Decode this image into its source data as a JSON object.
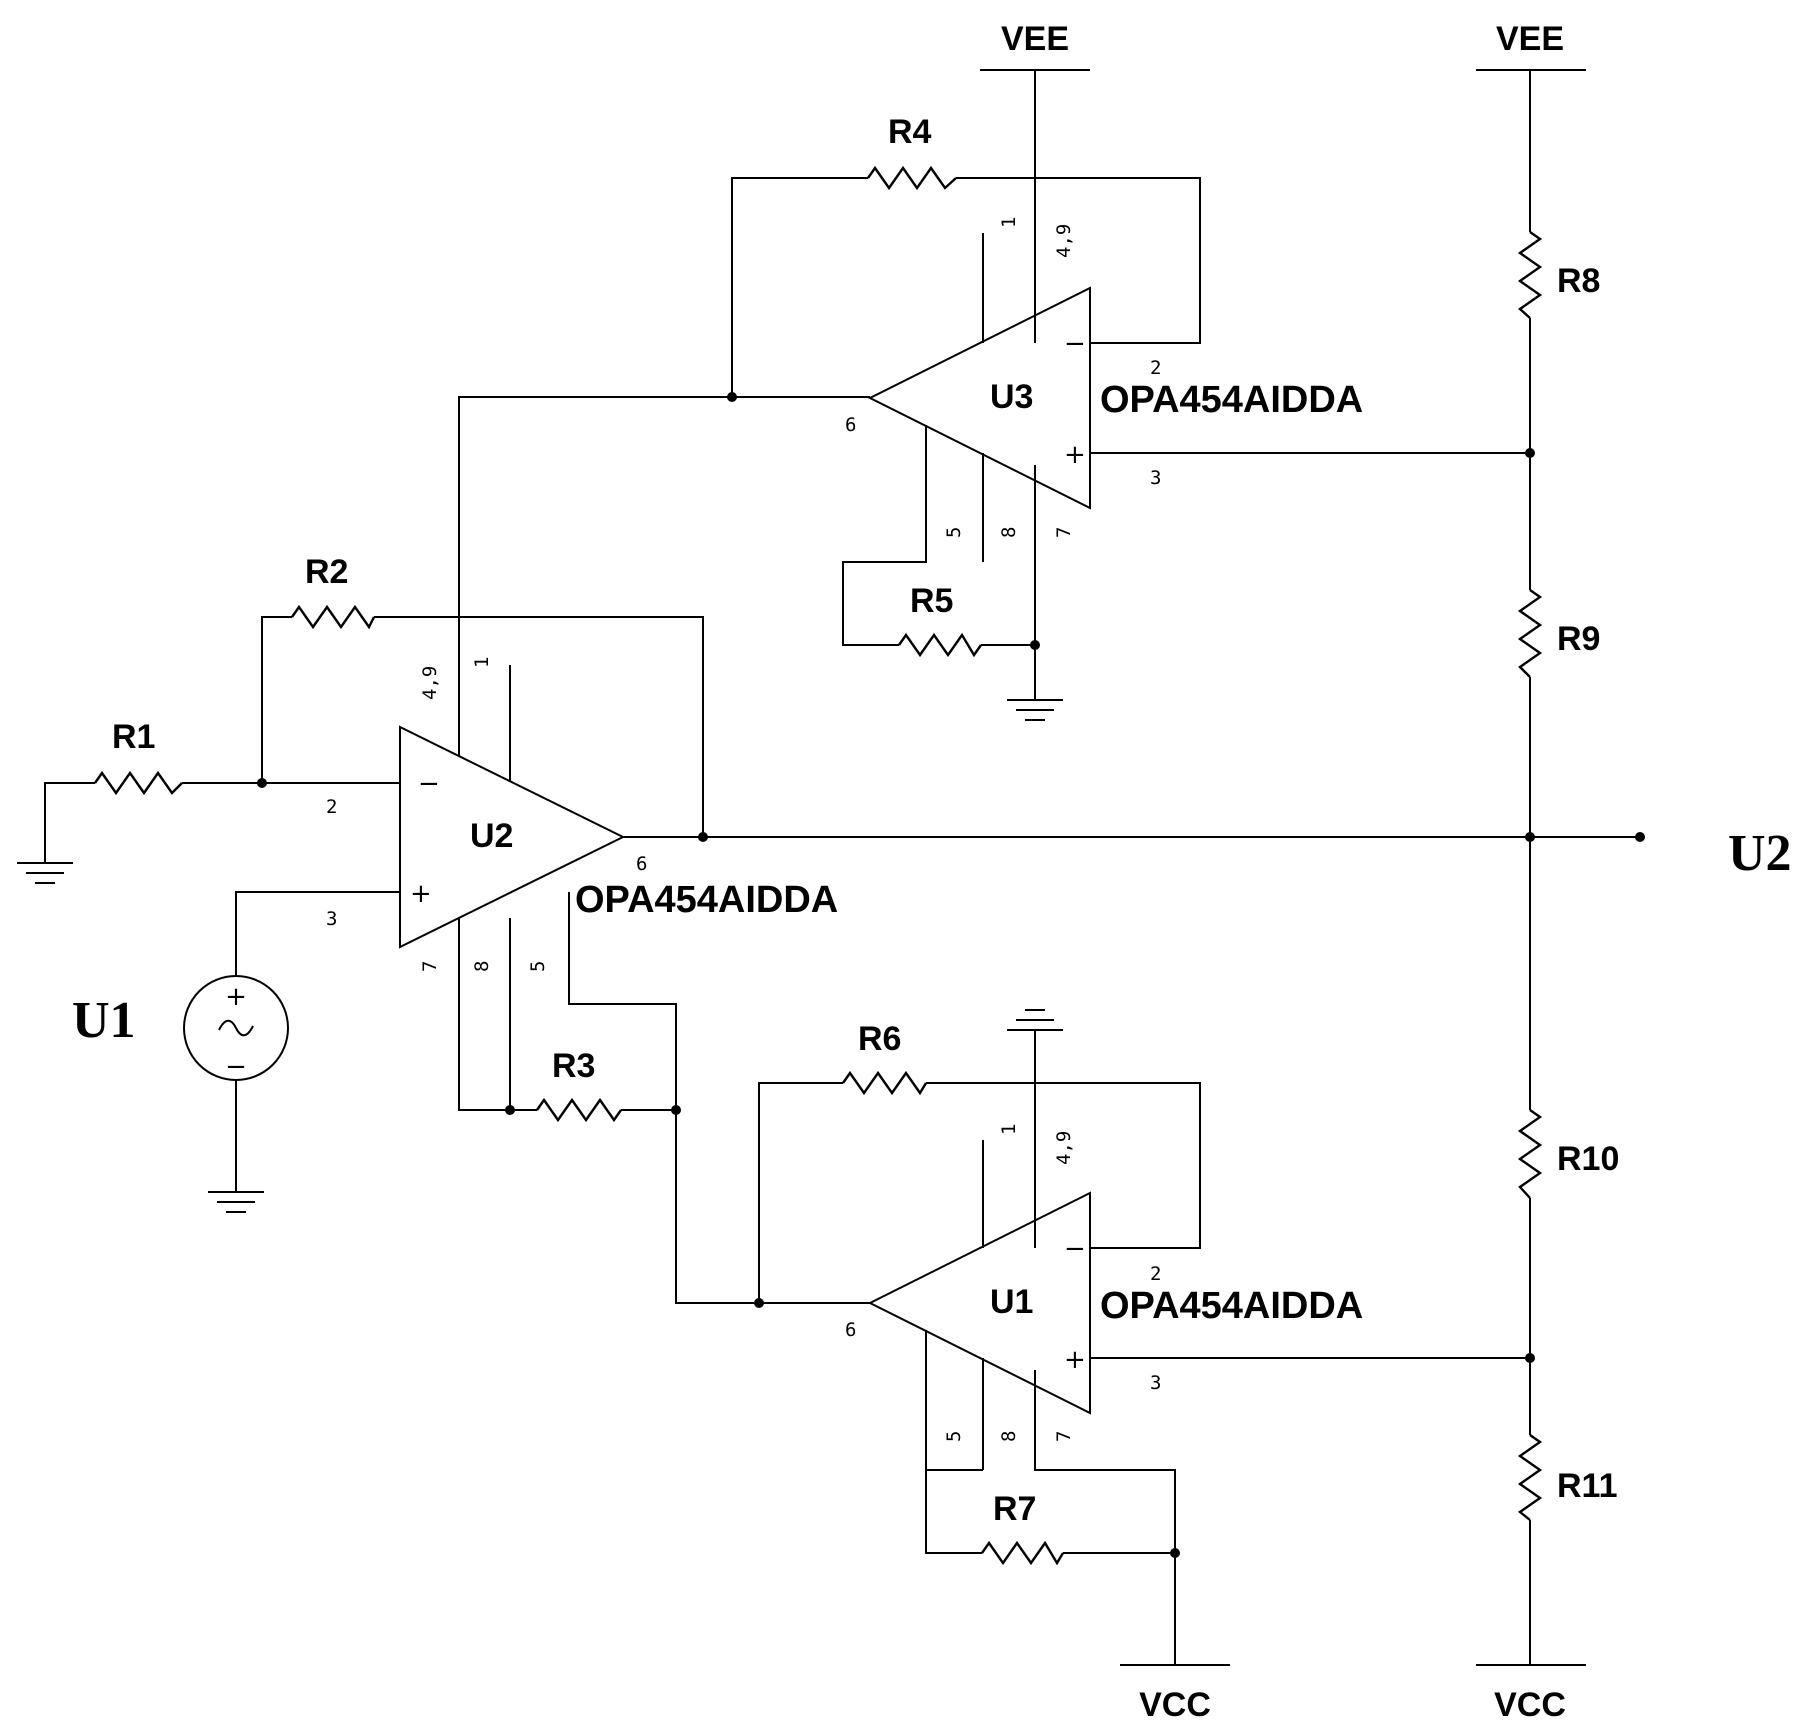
{
  "supplies": {
    "vee": "VEE",
    "vcc": "VCC"
  },
  "resistors": [
    "R1",
    "R2",
    "R3",
    "R4",
    "R5",
    "R6",
    "R7",
    "R8",
    "R9",
    "R10",
    "R11"
  ],
  "opamps": {
    "u2": {
      "name": "U2",
      "part": "OPA454AIDDA"
    },
    "u3": {
      "name": "U3",
      "part": "OPA454AIDDA"
    },
    "u1": {
      "name": "U1",
      "part": "OPA454AIDDA"
    }
  },
  "pins": {
    "p1": "1",
    "p2": "2",
    "p3": "3",
    "p49": "4,9",
    "p5": "5",
    "p6": "6",
    "p7": "7",
    "p8": "8"
  },
  "signs": {
    "minus": "−",
    "plus": "+"
  },
  "source": {
    "name": "U1"
  },
  "output": {
    "name": "U2"
  }
}
